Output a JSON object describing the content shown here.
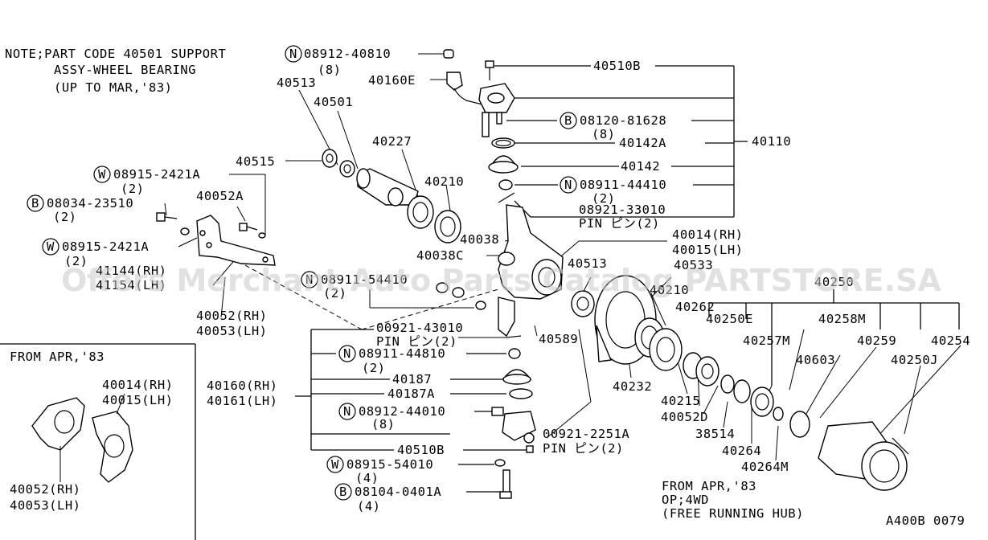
{
  "note": {
    "line1": "NOTE;PART CODE 40501 SUPPORT",
    "line2": "ASSY-WHEEL BEARING",
    "line3": "(UP TO MAR,'83)"
  },
  "watermark": "Offers Merchant Auto Parts Catalog PARTSTORE.SA",
  "diagram_code": "A400B 0079",
  "inset": {
    "title": "FROM APR,'83",
    "label1a": "40014(RH)",
    "label1b": "40015(LH)",
    "label2a": "40052(RH)",
    "label2b": "40053(LH)"
  },
  "hub_note": {
    "line1": "FROM APR,'83",
    "line2": "OP;4WD",
    "line3": "(FREE RUNNING HUB)"
  },
  "prefix_marks": {
    "N": "N",
    "B": "B",
    "W": "W"
  },
  "labels": {
    "p08912_40810": "08912-40810",
    "p08912_40810_q": "(8)",
    "p40510B_top": "40510B",
    "p40160E": "40160E",
    "p40513_top": "40513",
    "p40501": "40501",
    "p08120_81628": "08120-81628",
    "p08120_81628_q": "(8)",
    "p40142A": "40142A",
    "p40110": "40110",
    "p40227": "40227",
    "p40515": "40515",
    "p40142": "40142",
    "p08915_2421A_a": "08915-2421A",
    "p08915_2421A_a_q": "(2)",
    "p40052A": "40052A",
    "p40210_top": "40210",
    "p08911_44410": "08911-44410",
    "p08911_44410_q": "(2)",
    "p08034_23510": "08034-23510",
    "p08034_23510_q": "(2)",
    "p08921_33010": "08921-33010",
    "p08921_33010_pin": "PIN ピン(2)",
    "p40038": "40038",
    "p40014RH": "40014(RH)",
    "p40015LH": "40015(LH)",
    "p08915_2421A_b": "08915-2421A",
    "p08915_2421A_b_q": "(2)",
    "p40038C": "40038C",
    "p40513_mid": "40513",
    "p40533": "40533",
    "p40144RH": "41144(RH)",
    "p40154LH": "41154(LH)",
    "p08911_54410": "08911-54410",
    "p08911_54410_q": "(2)",
    "p40210_mid": "40210",
    "p40250": "40250",
    "p40262": "40262",
    "p40250E": "40250E",
    "p40258M": "40258M",
    "p40052RH": "40052(RH)",
    "p40053LH": "40053(LH)",
    "p00921_43010": "00921-43010",
    "p00921_43010_pin": "PIN ピン(2)",
    "p40589": "40589",
    "p40257M": "40257M",
    "p40259": "40259",
    "p40254": "40254",
    "p08911_44810": "08911-44810",
    "p08911_44810_q": "(2)",
    "p40232": "40232",
    "p40603": "40603",
    "p40250J": "40250J",
    "p40187": "40187",
    "p40160RH": "40160(RH)",
    "p40161LH": "40161(LH)",
    "p40187A": "40187A",
    "p40215": "40215",
    "p40052D": "40052D",
    "p08912_44010": "08912-44010",
    "p08912_44010_q": "(8)",
    "p38514": "38514",
    "p00921_2251A": "00921-2251A",
    "p00921_2251A_pin": "PIN ピン(2)",
    "p40510B_bot": "40510B",
    "p40264": "40264",
    "p40264M": "40264M",
    "p08915_54010": "08915-54010",
    "p08915_54010_q": "(4)",
    "p08104_0401A": "08104-0401A",
    "p08104_0401A_q": "(4)"
  }
}
